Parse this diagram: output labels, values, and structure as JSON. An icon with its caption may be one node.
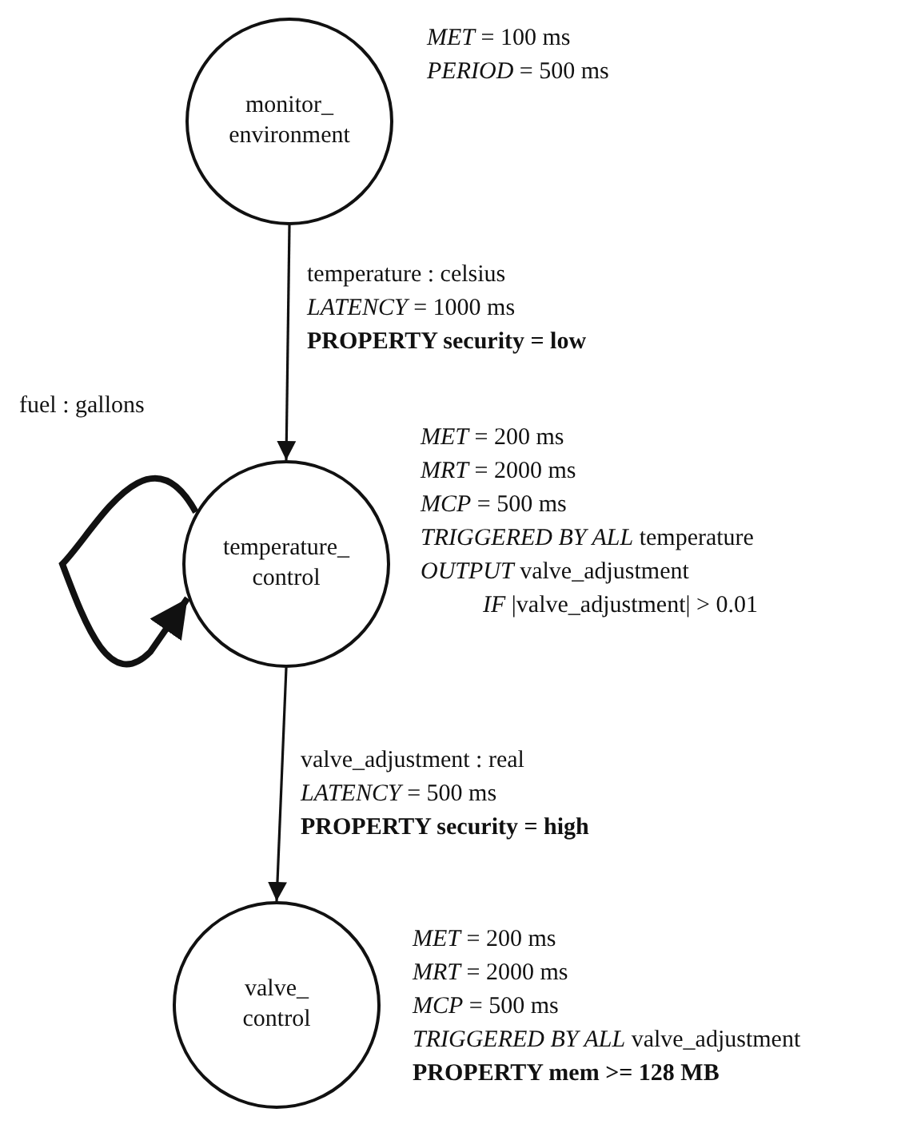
{
  "diagram": {
    "nodes": [
      {
        "text": [
          "monitor_ environment"
        ],
        "beside": [
          "*MET* = 100 ms",
          "*PERIOD* = 500 ms"
        ]
      },
      {
        "text": [
          "temperature_ control"
        ],
        "beside": [
          "*MET* = 200 ms",
          "*MRT* = 2000 ms",
          "*MCP* = 500 ms",
          "*TRIGGERED BY ALL* temperature",
          "*OUTPUT* valve_adjustment *IF* |valve_adjustment| > 0.01"
        ]
      },
      {
        "text": [
          "valve_ control"
        ],
        "beside": [
          "*MET* = 200 ms",
          "*MRT* = 2000 ms",
          "*MCP* = 500 ms",
          "*TRIGGERED BY ALL* valve_adjustment",
          "**PROPERTY mem >= 128 MB**"
        ]
      }
    ],
    "edges": [
      {
        "from": 0,
        "to": 1,
        "arrow": "to",
        "label": "temperature : celsius *LATENCY* = 1000 ms **PROPERTY security = low**"
      },
      {
        "from": 1,
        "to": 1,
        "arrow": "to",
        "label": "fuel : gallons",
        "style": "thick"
      },
      {
        "from": 1,
        "to": 2,
        "arrow": "to",
        "label": "valve_adjustment : real *LATENCY* = 500 ms **PROPERTY security = high**"
      }
    ]
  }
}
